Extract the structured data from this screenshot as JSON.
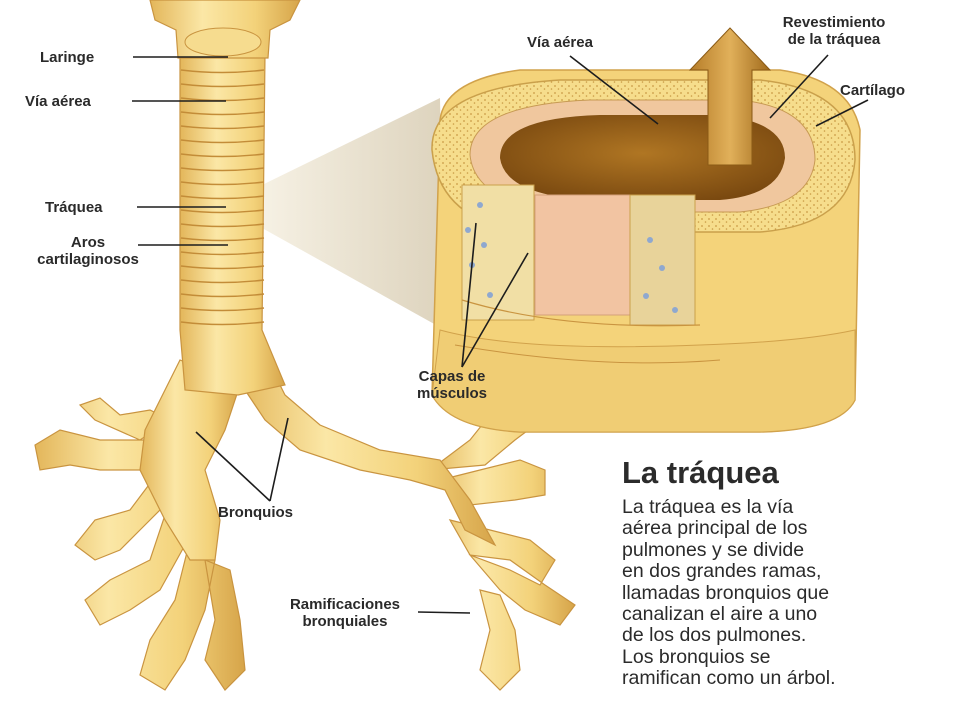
{
  "labels": {
    "laringe": "Laringe",
    "via_aerea_left": "Vía aérea",
    "traquea": "Tráquea",
    "aros_1": "Aros",
    "aros_2": "cartilaginosos",
    "via_aerea_inset": "Vía aérea",
    "revestimiento_1": "Revestimiento",
    "revestimiento_2": "de la tráquea",
    "cartilago": "Cartílago",
    "capas_1": "Capas de",
    "capas_2": "músculos",
    "bronquios": "Bronquios",
    "ramificaciones_1": "Ramificaciones",
    "ramificaciones_2": "bronquiales"
  },
  "description": {
    "title": "La tráquea",
    "lines": [
      "La tráquea es la vía",
      "aérea principal de los",
      "pulmones y se divide",
      "en dos grandes ramas,",
      "llamadas bronquios que",
      "canalizan el aire a uno",
      "de los dos pulmones.",
      "Los bronquios se",
      "ramifican como un árbol."
    ]
  },
  "colors": {
    "cartilage": "#f4d77d",
    "cartilage_dark": "#d9ab4f",
    "lining": "#f3c9a4",
    "lumen": "#a56a1c",
    "muscle_dots": "#8fa8cf"
  }
}
